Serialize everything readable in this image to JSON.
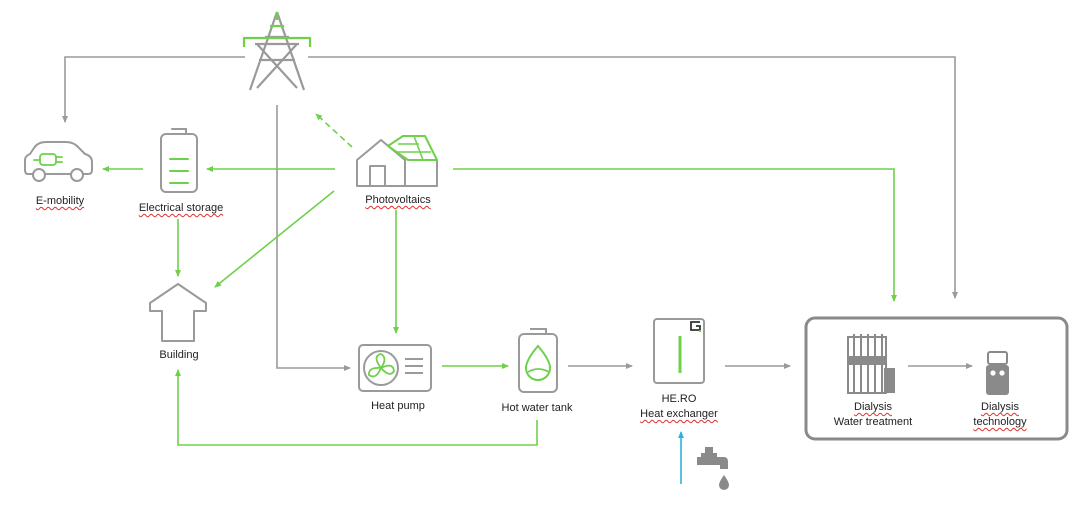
{
  "labels": {
    "emobility": "E-mobility",
    "electrical_storage": "Electrical storage",
    "photovoltaics": "Photovoltaics",
    "building": "Building",
    "heat_pump": "Heat pump",
    "hot_water_tank": "Hot water tank",
    "hero_line1": "HE.RO",
    "hero_line2": "Heat exchanger",
    "dialysis_wt_line1": "Dialysis",
    "dialysis_wt_line2": "Water treatment",
    "dialysis_tech_line1": "Dialysis",
    "dialysis_tech_line2": "technology"
  },
  "colors": {
    "green": "#6fd04b",
    "gray": "#9a9a9a",
    "dark_gray": "#8a8a8a",
    "water": "#2bb6d9"
  },
  "icons": [
    "power-tower-icon",
    "electric-car-icon",
    "battery-icon",
    "solar-house-icon",
    "building-icon",
    "heat-pump-icon",
    "hot-water-tank-icon",
    "heat-exchanger-icon",
    "water-tap-icon",
    "water-treatment-icon",
    "dialysis-machine-icon"
  ]
}
